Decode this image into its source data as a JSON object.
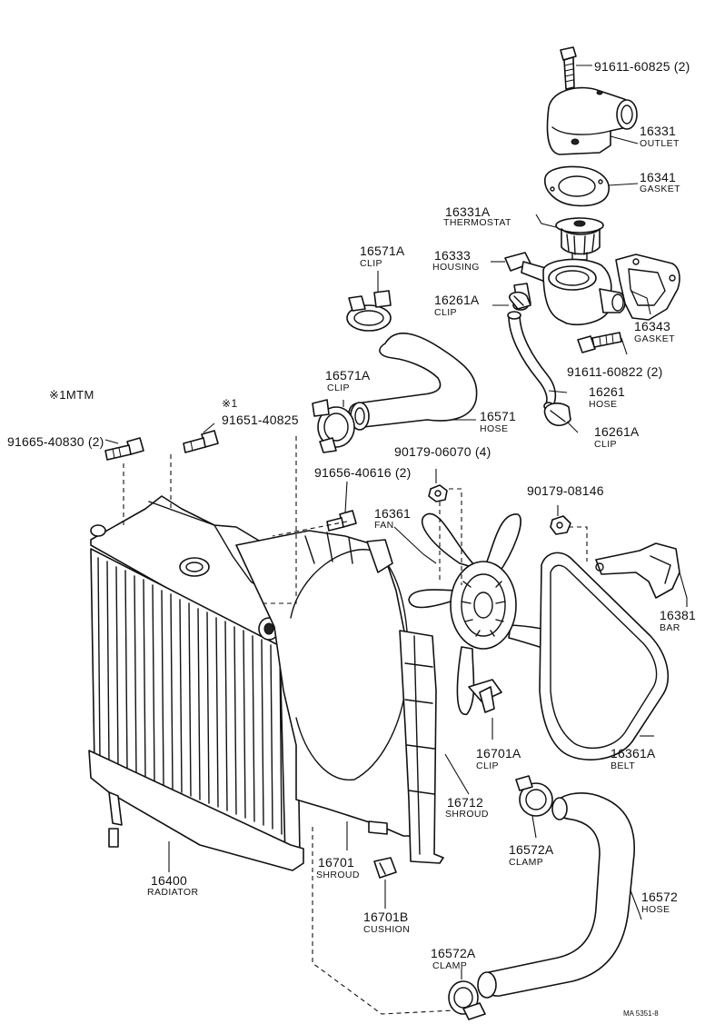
{
  "note_1mtm": "※1MTM",
  "note_mark1": "※1",
  "footer_code": "MA 5351-8",
  "parts": {
    "bolt_outlet": {
      "number": "91611-60825 (2)"
    },
    "outlet": {
      "number": "16331",
      "name": "OUTLET"
    },
    "gasket_outlet": {
      "number": "16341",
      "name": "GASKET"
    },
    "thermostat": {
      "number": "16331A",
      "name": "THERMOSTAT"
    },
    "housing": {
      "number": "16333",
      "name": "HOUSING"
    },
    "clip_upper": {
      "number": "16571A",
      "name": "CLIP"
    },
    "clip_small": {
      "number": "16261A",
      "name": "CLIP"
    },
    "gasket_housing": {
      "number": "16343",
      "name": "GASKET"
    },
    "bolt_housing": {
      "number": "91611-60822 (2)"
    },
    "clip_upper2": {
      "number": "16571A",
      "name": "CLIP"
    },
    "hose_small": {
      "number": "16261",
      "name": "HOSE"
    },
    "hose_upper": {
      "number": "16571",
      "name": "HOSE"
    },
    "clip_small2": {
      "number": "16261A",
      "name": "CLIP"
    },
    "bolt_left": {
      "number": "91665-40830 (2)"
    },
    "bolt_mark1": {
      "number": "91651-40825"
    },
    "nut_fan": {
      "number": "90179-06070 (4)"
    },
    "bolt_shroud": {
      "number": "91656-40616 (2)"
    },
    "fan": {
      "number": "16361",
      "name": "FAN"
    },
    "nut_bar": {
      "number": "90179-08146"
    },
    "bar": {
      "number": "16381",
      "name": "BAR"
    },
    "clip_shroud": {
      "number": "16701A",
      "name": "CLIP"
    },
    "belt": {
      "number": "16361A",
      "name": "BELT"
    },
    "shroud_lower": {
      "number": "16712",
      "name": "SHROUD"
    },
    "clamp_lower": {
      "number": "16572A",
      "name": "CLAMP"
    },
    "shroud": {
      "number": "16701",
      "name": "SHROUD"
    },
    "radiator": {
      "number": "16400",
      "name": "RADIATOR"
    },
    "hose_lower": {
      "number": "16572",
      "name": "HOSE"
    },
    "cushion": {
      "number": "16701B",
      "name": "CUSHION"
    },
    "clamp_lower2": {
      "number": "16572A",
      "name": "CLAMP"
    }
  }
}
